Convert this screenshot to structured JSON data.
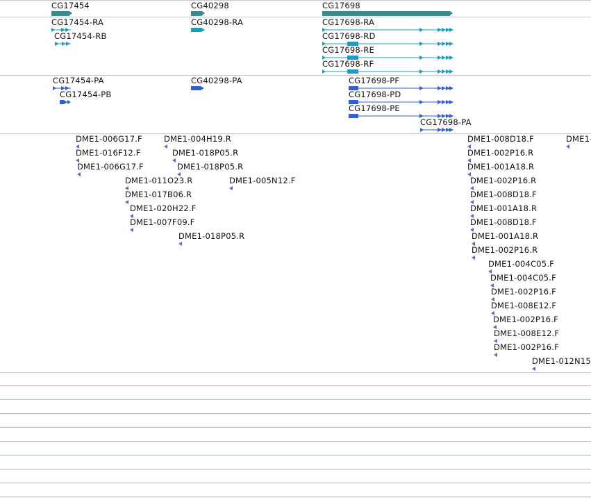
{
  "genes": [
    {
      "label": "CG17454"
    },
    {
      "label": "CG40298"
    },
    {
      "label": "CG17698"
    }
  ],
  "transcripts": [
    {
      "label": "CG17454-RA"
    },
    {
      "label": "CG17454-RB"
    },
    {
      "label": "CG40298-RA"
    },
    {
      "label": "CG17698-RA"
    },
    {
      "label": "CG17698-RD"
    },
    {
      "label": "CG17698-RE"
    },
    {
      "label": "CG17698-RF"
    }
  ],
  "proteins": [
    {
      "label": "CG17454-PA"
    },
    {
      "label": "CG17454-PB"
    },
    {
      "label": "CG40298-PA"
    },
    {
      "label": "CG17698-PF"
    },
    {
      "label": "CG17698-PD"
    },
    {
      "label": "CG17698-PE"
    },
    {
      "label": "CG17698-PA"
    }
  ],
  "ests": [
    {
      "label": "DME1-006G17.F"
    },
    {
      "label": "DME1-016F12.F"
    },
    {
      "label": "DME1-006G17.F"
    },
    {
      "label": "DME1-004H19.R"
    },
    {
      "label": "DME1-018P05.R"
    },
    {
      "label": "DME1-018P05.R"
    },
    {
      "label": "DME1-011O23.R"
    },
    {
      "label": "DME1-017B06.R"
    },
    {
      "label": "DME1-020H22.F"
    },
    {
      "label": "DME1-007F09.F"
    },
    {
      "label": "DME1-018P05.R"
    },
    {
      "label": "DME1-005N12.F"
    },
    {
      "label": "DME1-008D18.F"
    },
    {
      "label": "DME1-002P16.R"
    },
    {
      "label": "DME1-001A18.R"
    },
    {
      "label": "DME1-002P16.R"
    },
    {
      "label": "DME1-008D18.F"
    },
    {
      "label": "DME1-001A18.R"
    },
    {
      "label": "DME1-008D18.F"
    },
    {
      "label": "DME1-001A18.R"
    },
    {
      "label": "DME1-002P16.R"
    },
    {
      "label": "DME1-004C05.F"
    },
    {
      "label": "DME1-004C05.F"
    },
    {
      "label": "DME1-002P16.F"
    },
    {
      "label": "DME1-008E12.F"
    },
    {
      "label": "DME1-002P16.F"
    },
    {
      "label": "DME1-008E12.F"
    },
    {
      "label": "DME1-002P16.F"
    },
    {
      "label": "DME1-012N15"
    },
    {
      "label": "DME1-"
    }
  ],
  "colors": {
    "gene": "#3a8a8e",
    "transcript": "#1a9ec0",
    "protein": "#2f5fd0",
    "est": "#7a5cc4"
  }
}
